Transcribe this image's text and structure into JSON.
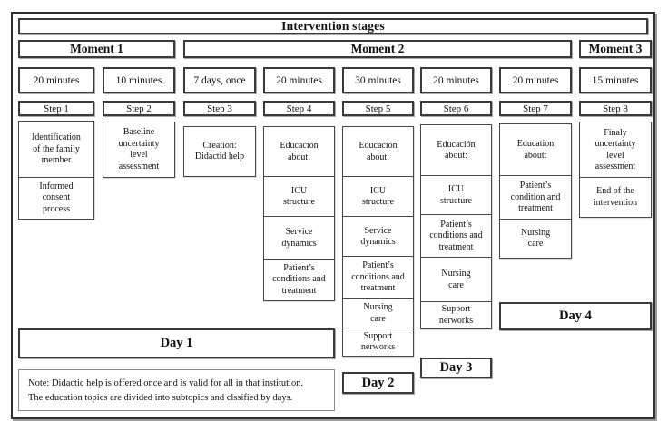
{
  "title": "Intervention stages",
  "moments": [
    "Moment 1",
    "Moment 2",
    "Moment 3"
  ],
  "columns": [
    {
      "duration": "20 minutes",
      "step": "Step 1",
      "cells": [
        "Identification\nof the family\nmember",
        "Informed\nconsent\nprocess"
      ]
    },
    {
      "duration": "10 minutes",
      "step": "Step 2",
      "cells": [
        "Baseline\nuncertainty\nlevel\nassessment"
      ]
    },
    {
      "duration": "7 days, once",
      "step": "Step 3",
      "cells": [
        "Creation:\nDidactid help"
      ]
    },
    {
      "duration": "20 minutes",
      "step": "Step 4",
      "cells": [
        "Educación\nabout:",
        "ICU\nstructure",
        "Service\ndynamics",
        "Patient’s\nconditions and\ntreatment"
      ]
    },
    {
      "duration": "30 minutes",
      "step": "Step 5",
      "cells": [
        "Educación\nabout:",
        "ICU\nstructure",
        "Service\ndynamics",
        "Patient’s\nconditions and\ntreatment",
        "Nursing\ncare",
        "Support\nnerworks"
      ]
    },
    {
      "duration": "20 minutes",
      "step": "Step 6",
      "cells": [
        "Educación\nabout:",
        "ICU\nstructure",
        "Patient’s\nconditions and\ntreatment",
        "Nursing\ncare",
        "Support\nnerworks"
      ]
    },
    {
      "duration": "20 minutes",
      "step": "Step 7",
      "cells": [
        "Education\nabout:",
        "Patient’s\ncondition and\ntreatment",
        "Nursing\ncare"
      ]
    },
    {
      "duration": "15 minutes",
      "step": "Step 8",
      "cells": [
        "Finaly\nuncertainty\nlevel\nassessment",
        "End of the\nintervention"
      ]
    }
  ],
  "days": [
    "Day 1",
    "Day 2",
    "Day 3",
    "Day 4"
  ],
  "note": {
    "line1": "Note: Didactic help is offered once and is valid for all in that institution.",
    "line2": "The education topics are divided into subtopics and clssified by days."
  }
}
